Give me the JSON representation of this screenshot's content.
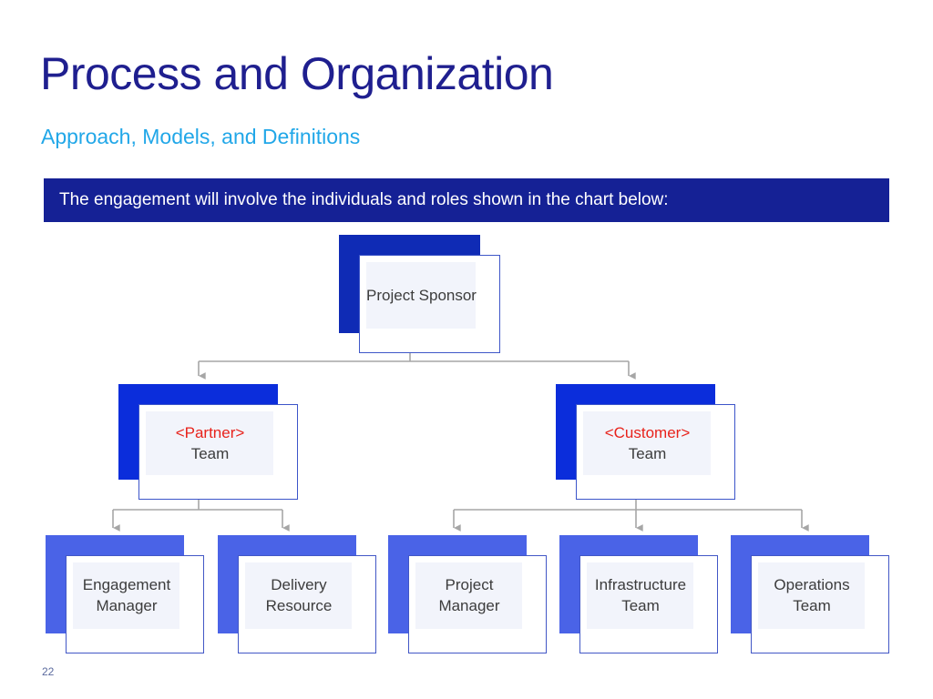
{
  "slide": {
    "title": "Process and Organization",
    "subtitle": "Approach, Models, and Definitions",
    "page_number": "22",
    "colors": {
      "title": "#1f1f8f",
      "subtitle": "#21a7e8",
      "banner_bg": "#152195",
      "banner_text": "#ffffff",
      "plate_dark": "#0f2bb5",
      "plate_team": "#0b2ddb",
      "plate_leaf": "#4a63e7",
      "card_bg": "#ffffff",
      "card_inner": "#f2f4fb",
      "card_border": "#3c55c9",
      "label_text": "#3c3c3c",
      "tag_text": "#e8221b",
      "connector": "#a6a6a6",
      "page_number": "#5b6a9e"
    }
  },
  "callout": {
    "text": "The engagement will involve the individuals and roles shown in the chart below:"
  },
  "chart_data": {
    "type": "diagram",
    "title": "Engagement organization chart",
    "orientation": "top-down",
    "nodes": [
      {
        "id": "project-sponsor",
        "level": 0,
        "tag": "",
        "line1": "Project Sponsor",
        "line2": "",
        "parent": null
      },
      {
        "id": "partner-team",
        "level": 1,
        "tag": "<Partner>",
        "line1": "",
        "line2": "Team",
        "parent": "project-sponsor"
      },
      {
        "id": "customer-team",
        "level": 1,
        "tag": "<Customer>",
        "line1": "",
        "line2": "Team",
        "parent": "project-sponsor"
      },
      {
        "id": "engagement-manager",
        "level": 2,
        "tag": "",
        "line1": "Engagement",
        "line2": "Manager",
        "parent": "partner-team"
      },
      {
        "id": "delivery-resource",
        "level": 2,
        "tag": "",
        "line1": "Delivery",
        "line2": "Resource",
        "parent": "partner-team"
      },
      {
        "id": "project-manager",
        "level": 2,
        "tag": "",
        "line1": "Project",
        "line2": "Manager",
        "parent": "customer-team"
      },
      {
        "id": "infrastructure-team",
        "level": 2,
        "tag": "",
        "line1": "Infrastructure",
        "line2": "Team",
        "parent": "customer-team"
      },
      {
        "id": "operations-team",
        "level": 2,
        "tag": "",
        "line1": "Operations",
        "line2": "Team",
        "parent": "customer-team"
      }
    ],
    "edges": [
      {
        "from": "project-sponsor",
        "to": "partner-team"
      },
      {
        "from": "project-sponsor",
        "to": "customer-team"
      },
      {
        "from": "project-sponsor",
        "to": "project-manager"
      },
      {
        "from": "partner-team",
        "to": "engagement-manager"
      },
      {
        "from": "partner-team",
        "to": "delivery-resource"
      },
      {
        "from": "customer-team",
        "to": "project-manager"
      },
      {
        "from": "customer-team",
        "to": "infrastructure-team"
      },
      {
        "from": "customer-team",
        "to": "operations-team"
      }
    ]
  }
}
